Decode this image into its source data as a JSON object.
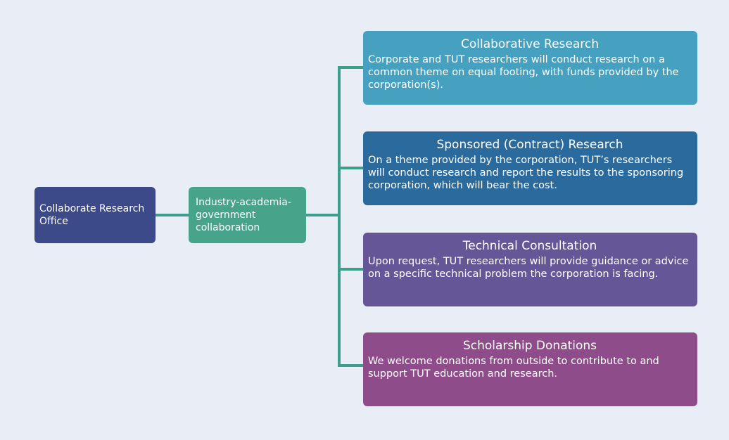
{
  "colors": {
    "background": "#e9eef6",
    "connector": "#3e9e8c"
  },
  "root": {
    "label": "Collaborate Research Office",
    "color": "#3c4a8a"
  },
  "branch": {
    "label": "Industry-academia-government collaboration",
    "color": "#47a48b"
  },
  "cards": [
    {
      "title": "Collaborative Research",
      "description": "Corporate and TUT researchers will conduct research on a common theme on equal footing, with funds provided by the corporation(s).",
      "color": "#46a0c0"
    },
    {
      "title": "Sponsored (Contract) Research",
      "description": "On a theme provided by the corporation, TUT’s researchers will conduct research and report the results to the sponsoring corporation, which will bear the cost.",
      "color": "#2b6a9d"
    },
    {
      "title": "Technical Consultation",
      "description": "Upon request, TUT researchers will provide guidance or advice on a specific technical problem the corporation is facing.",
      "color": "#645697"
    },
    {
      "title": "Scholarship Donations",
      "description": "We welcome donations from outside to contribute to and support TUT education and research.",
      "color": "#8f4c8a"
    }
  ]
}
